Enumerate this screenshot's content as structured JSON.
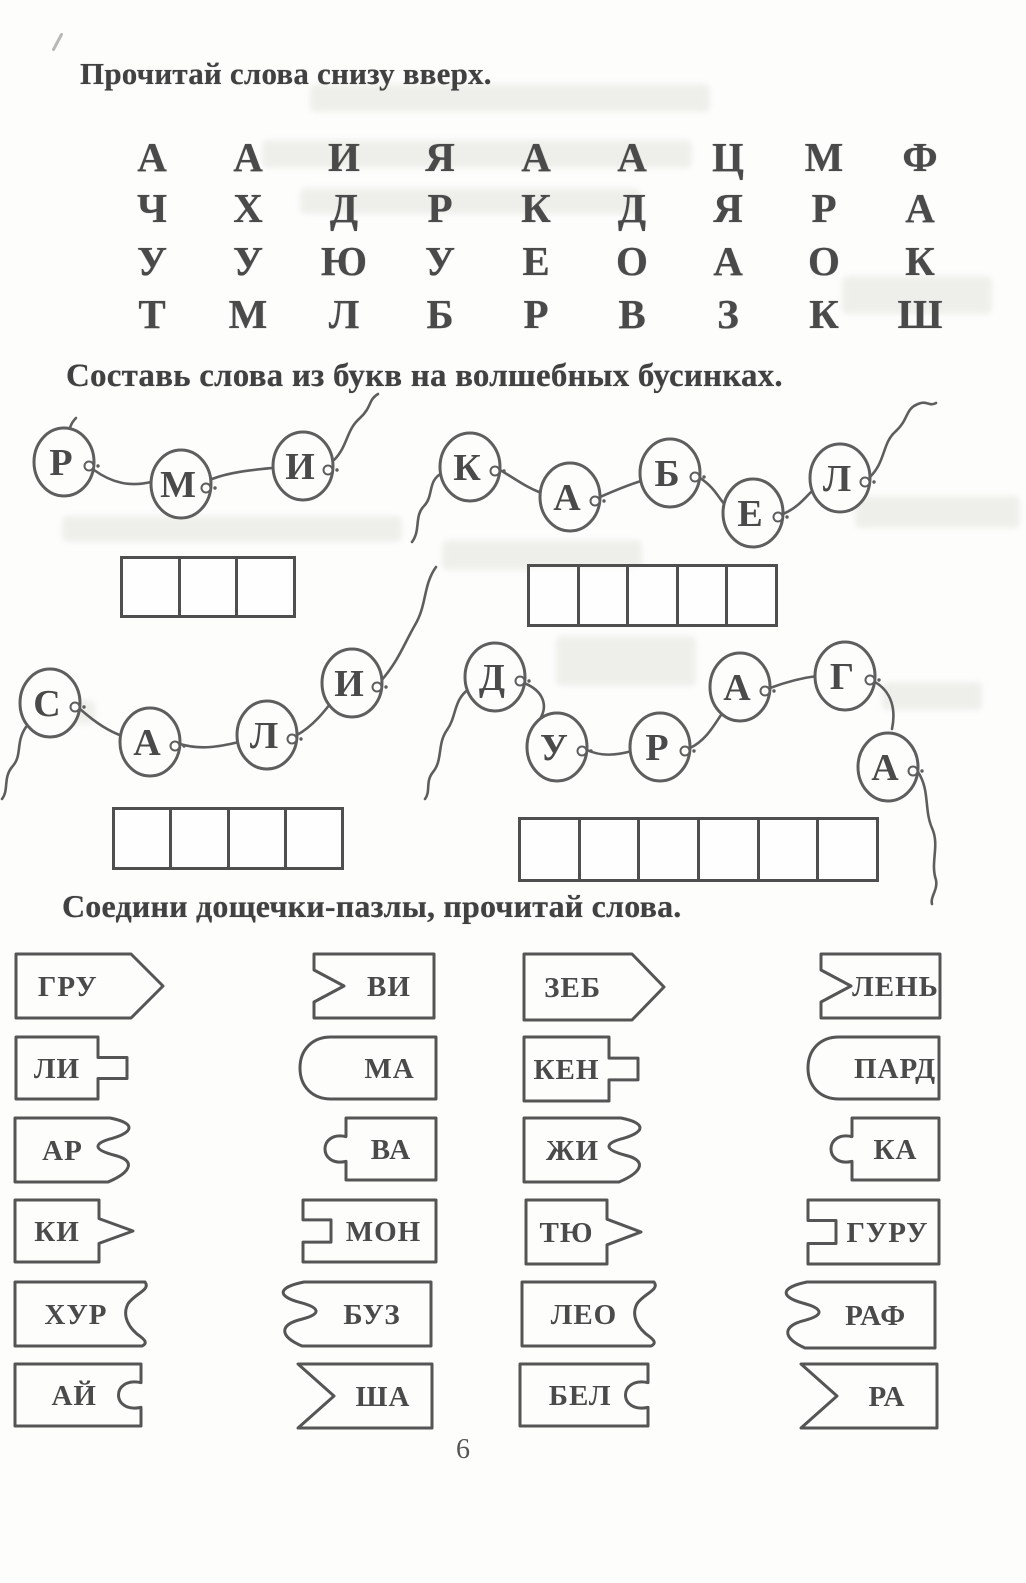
{
  "page_number": "6",
  "ink": {
    "text": "#4a4a4a",
    "line": "#5e5e5e"
  },
  "sections": {
    "read_bottom_up": {
      "heading": "Прочитай слова снизу вверх.",
      "letter_grid": {
        "rows": [
          [
            "А",
            "А",
            "И",
            "Я",
            "А",
            "А",
            "Ц",
            "М",
            "Ф"
          ],
          [
            "Ч",
            "Х",
            "Д",
            "Р",
            "К",
            "Д",
            "Я",
            "Р",
            "А"
          ],
          [
            "У",
            "У",
            "Ю",
            "У",
            "Е",
            "О",
            "А",
            "О",
            "К"
          ],
          [
            "Т",
            "М",
            "Л",
            "Б",
            "Р",
            "В",
            "З",
            "К",
            "Ш"
          ]
        ]
      }
    },
    "magic_beads": {
      "heading": "Составь слова из букв на волшебных бусинках.",
      "chains": [
        {
          "letters": [
            "Р",
            "М",
            "И"
          ],
          "answer_cells": 3
        },
        {
          "letters": [
            "К",
            "А",
            "Б",
            "Е",
            "Л"
          ],
          "answer_cells": 5
        },
        {
          "letters": [
            "С",
            "А",
            "Л",
            "И"
          ],
          "answer_cells": 4
        },
        {
          "letters": [
            "Д",
            "У",
            "Р",
            "А",
            "Г",
            "А"
          ],
          "answer_cells": 6
        }
      ]
    },
    "puzzle_boards": {
      "heading": "Соедини дощечки-пазлы, прочитай слова.",
      "columns": [
        {
          "pieces": [
            {
              "text": "ГРУ",
              "edge": "arrow-tab-right"
            },
            {
              "text": "ЛИ",
              "edge": "square-tab-right"
            },
            {
              "text": "АР",
              "edge": "wave-right"
            },
            {
              "text": "КИ",
              "edge": "chevron-tab-right"
            },
            {
              "text": "ХУР",
              "edge": "arc-notch-right"
            },
            {
              "text": "АЙ",
              "edge": "round-notch-right"
            }
          ]
        },
        {
          "pieces": [
            {
              "text": "ВИ",
              "edge": "chevron-notch-left"
            },
            {
              "text": "МА",
              "edge": "round-cap-left"
            },
            {
              "text": "ВА",
              "edge": "round-knob-left"
            },
            {
              "text": "МОН",
              "edge": "square-notch-left"
            },
            {
              "text": "БУЗ",
              "edge": "wave-left"
            },
            {
              "text": "ША",
              "edge": "big-chevron-notch-left"
            }
          ]
        },
        {
          "pieces": [
            {
              "text": "ЗЕБ",
              "edge": "arrow-tab-right"
            },
            {
              "text": "КЕН",
              "edge": "square-tab-right"
            },
            {
              "text": "ЖИ",
              "edge": "wave-right"
            },
            {
              "text": "ТЮ",
              "edge": "chevron-tab-right"
            },
            {
              "text": "ЛЕО",
              "edge": "arc-notch-right"
            },
            {
              "text": "БЕЛ",
              "edge": "round-notch-right"
            }
          ]
        },
        {
          "pieces": [
            {
              "text": "ЛЕНЬ",
              "edge": "chevron-notch-left"
            },
            {
              "text": "ПАРД",
              "edge": "round-cap-left"
            },
            {
              "text": "КА",
              "edge": "round-knob-left"
            },
            {
              "text": "ГУРУ",
              "edge": "square-notch-left"
            },
            {
              "text": "РАФ",
              "edge": "wave-left"
            },
            {
              "text": "РА",
              "edge": "big-chevron-notch-left"
            }
          ]
        }
      ]
    }
  }
}
